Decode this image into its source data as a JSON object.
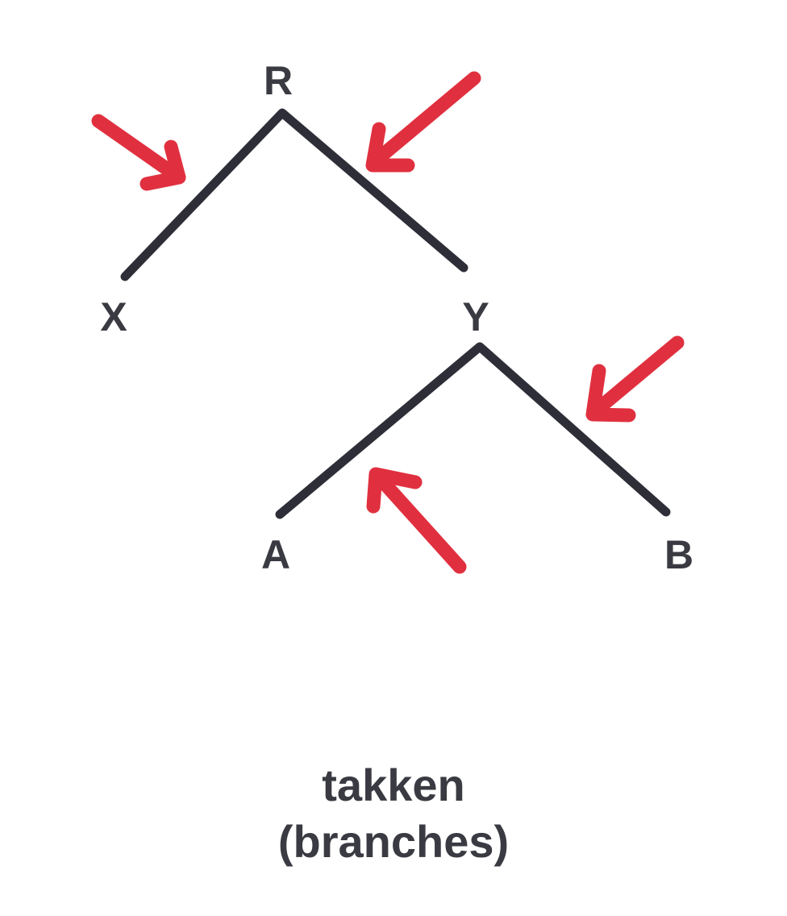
{
  "nodes": {
    "root": "R",
    "left": "X",
    "right": "Y",
    "leaf_a": "A",
    "leaf_b": "B"
  },
  "caption": {
    "term": "takken",
    "translation": "(branches)"
  },
  "colors": {
    "branch": "#2e2e38",
    "arrow": "#e0303f",
    "text": "#3a3a42"
  }
}
